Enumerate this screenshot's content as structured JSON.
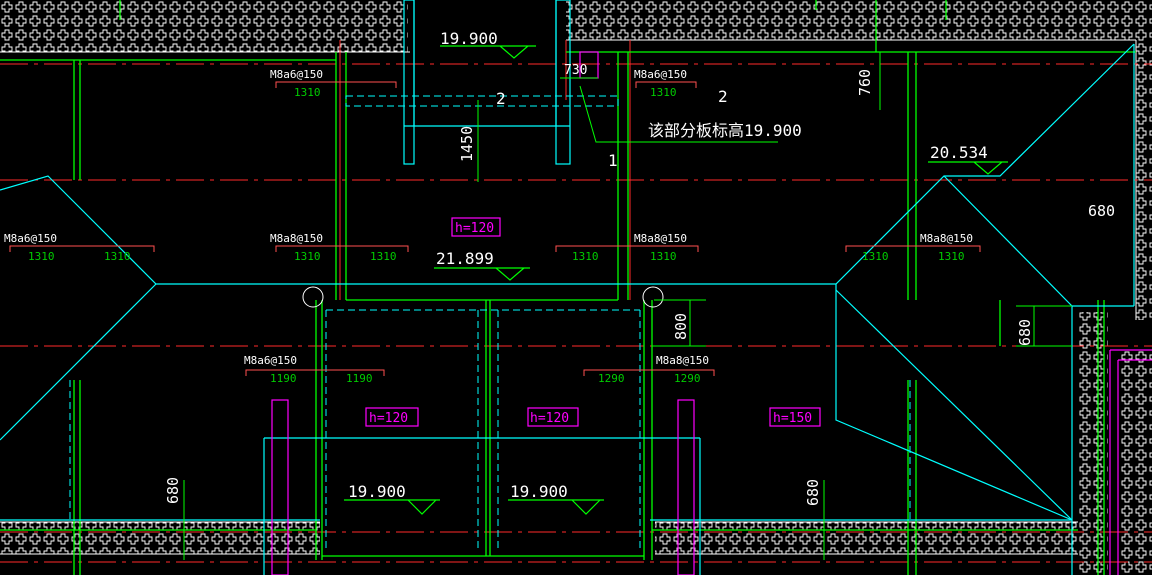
{
  "colors": {
    "background": "#000000",
    "wall_hatch": "#ffffff",
    "axis_red": "#ff2a2a",
    "structure_green": "#00ff00",
    "cyan": "#00ffff",
    "magenta": "#ff00ff",
    "white": "#ffffff",
    "dim_label": "#00cc00"
  },
  "elevations": {
    "top_center": "19.900",
    "center_slab": "21.899",
    "right_roof": "20.534",
    "bottom_left": "19.900",
    "bottom_right": "19.900"
  },
  "thickness_tags": {
    "center_top": "h=120",
    "bottom_left": "h=120",
    "bottom_mid": "h=120",
    "bottom_right": "h=150"
  },
  "note": "该部分板标高19.900",
  "section_marks": {
    "left": "2",
    "right": "2",
    "note_ref": "1"
  },
  "dimensions": {
    "d730": "730",
    "d760": "760",
    "d1450": "1450",
    "d680_right_top": "680",
    "d680_right_mid": "680",
    "d800": "800",
    "d680_bottom_left": "680",
    "d680_bottom_right": "680"
  },
  "rebar_labels": {
    "r1": "M8a6@150",
    "r2": "M8a6@150",
    "r3": "M8a6@150",
    "r4": "M8a8@150",
    "r5": "M8a8@150",
    "r6": "M8a8@150",
    "r7": "M8a6@150",
    "r8": "M8a8@150"
  },
  "rebar_lengths": {
    "l1": "1310",
    "l2": "1310",
    "l3": "1310",
    "l4": "1310",
    "l5": "1310",
    "l6": "1310",
    "l7": "1310",
    "l8": "1310",
    "l9": "1310",
    "l10": "1310",
    "l11": "1190",
    "l12": "1190",
    "l13": "1290",
    "l14": "1290"
  }
}
